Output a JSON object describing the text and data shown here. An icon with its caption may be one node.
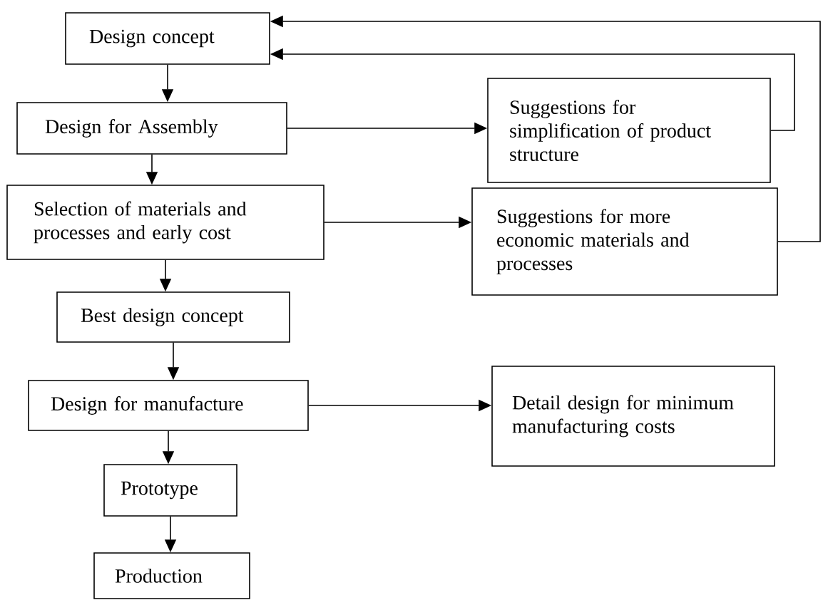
{
  "diagram": {
    "nodes": [
      {
        "text": [
          "Design concept"
        ]
      },
      {
        "text": [
          "Design for Assembly"
        ]
      },
      {
        "text": [
          "Selection of materials and processes and early cost"
        ]
      },
      {
        "text": [
          "Best design concept"
        ]
      },
      {
        "text": [
          "Design for manufacture"
        ]
      },
      {
        "text": [
          "Prototype"
        ]
      },
      {
        "text": [
          "Production"
        ]
      },
      {
        "text": [
          "Suggestions for simplification of product structure"
        ]
      },
      {
        "text": [
          "Suggestions for more economic materials and processes"
        ]
      },
      {
        "text": [
          "Detail design for minimum manufacturing costs"
        ]
      }
    ],
    "edges": [
      {
        "from": 0,
        "to": 1,
        "arrow": "to"
      },
      {
        "from": 1,
        "to": 2,
        "arrow": "to"
      },
      {
        "from": 2,
        "to": 3,
        "arrow": "to"
      },
      {
        "from": 3,
        "to": 4,
        "arrow": "to"
      },
      {
        "from": 4,
        "to": 5,
        "arrow": "to"
      },
      {
        "from": 5,
        "to": 6,
        "arrow": "to"
      },
      {
        "from": 1,
        "to": 7,
        "arrow": "to"
      },
      {
        "from": 2,
        "to": 8,
        "arrow": "to"
      },
      {
        "from": 4,
        "to": 9,
        "arrow": "to"
      },
      {
        "from": 7,
        "to": 0,
        "arrow": "to"
      },
      {
        "from": 8,
        "to": 0,
        "arrow": "to"
      }
    ]
  }
}
